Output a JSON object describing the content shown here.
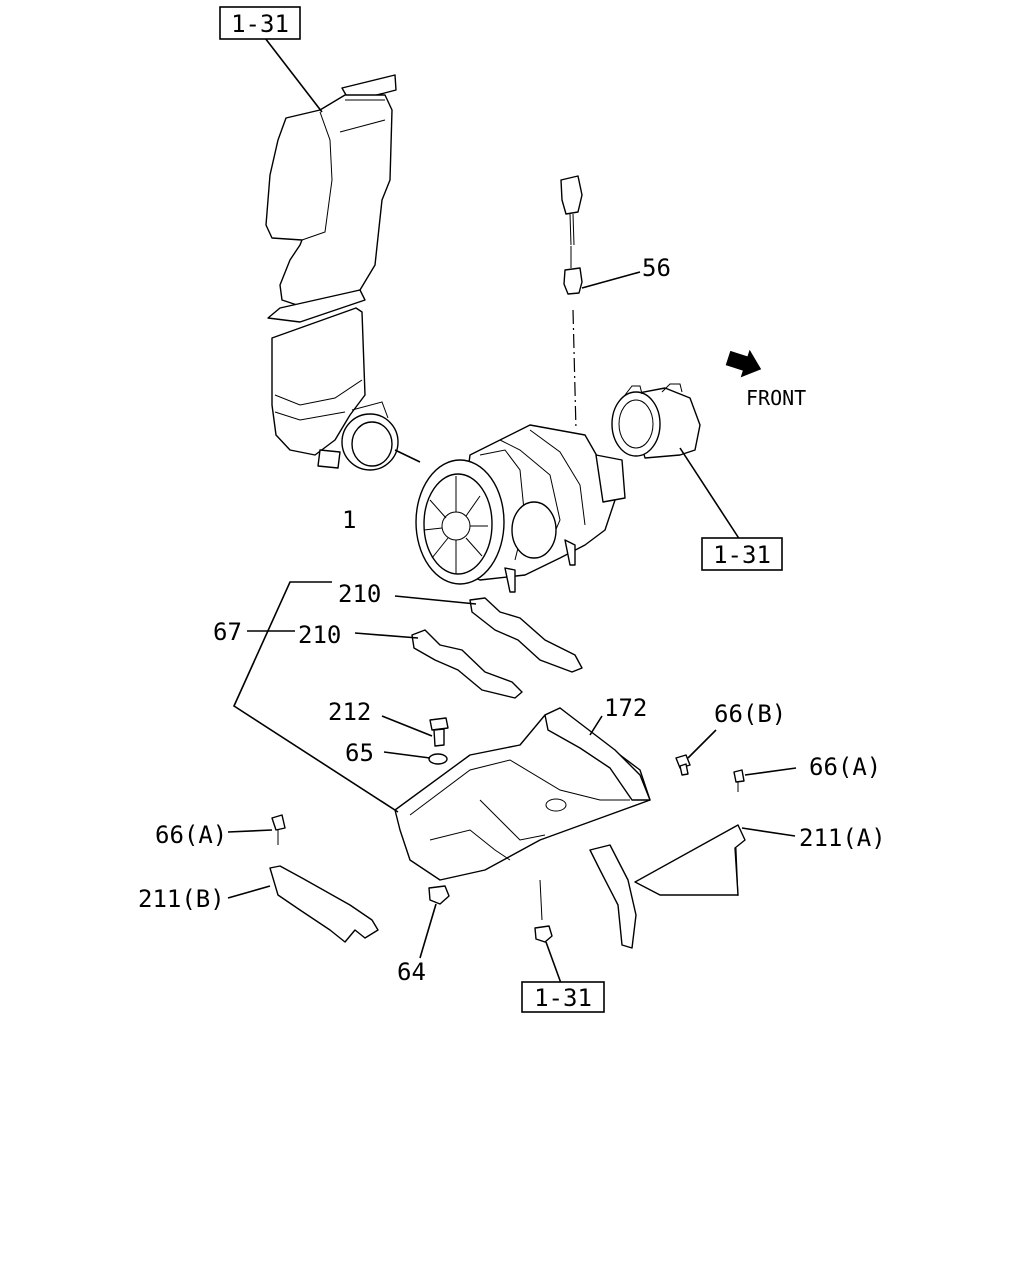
{
  "diagram": {
    "labels": {
      "ref_top": "1-31",
      "ref_right": "1-31",
      "ref_bottom": "1-31",
      "p56": "56",
      "front": "FRONT",
      "p1": "1",
      "p210a": "210",
      "p210b": "210",
      "p67": "67",
      "p212": "212",
      "p172": "172",
      "p66b": "66(B)",
      "p65": "65",
      "p66a_right": "66(A)",
      "p66a_left": "66(A)",
      "p211a": "211(A)",
      "p211b": "211(B)",
      "p64": "64"
    },
    "colors": {
      "ink": "#000000",
      "paper": "#ffffff"
    }
  }
}
